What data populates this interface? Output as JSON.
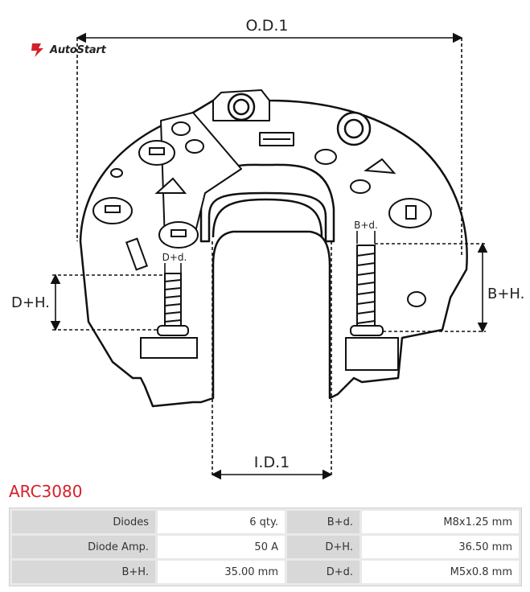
{
  "brand": {
    "name": "AutoStart",
    "color": "#d6202a"
  },
  "part_code": "ARC3080",
  "dimensions": {
    "od": "O.D.1",
    "id": "I.D.1",
    "bh": "B+H.",
    "dh": "D+H.",
    "bd": "B+d.",
    "dd": "D+d."
  },
  "specs": [
    {
      "label1": "Diodes",
      "value1": "6 qty.",
      "label2": "B+d.",
      "value2": "M8x1.25 mm"
    },
    {
      "label1": "Diode Amp.",
      "value1": "50 A",
      "label2": "D+H.",
      "value2": "36.50 mm"
    },
    {
      "label1": "B+H.",
      "value1": "35.00 mm",
      "label2": "D+d.",
      "value2": "M5x0.8 mm"
    }
  ]
}
